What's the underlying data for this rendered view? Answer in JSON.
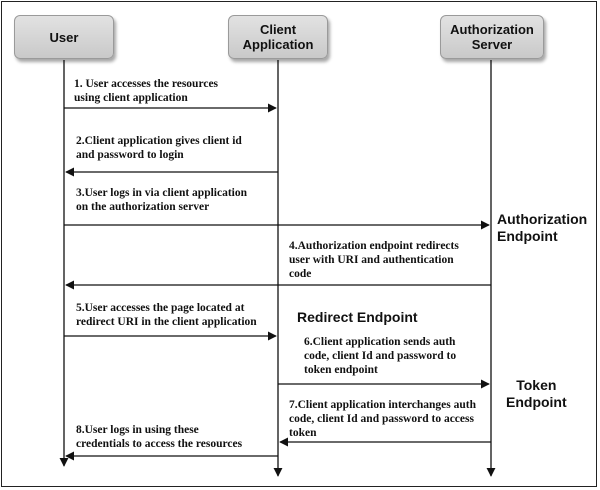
{
  "actors": {
    "user": "User",
    "client": "Client\nApplication",
    "server": "Authorization\nServer"
  },
  "messages": [
    "1. User accesses the resources\nusing client application",
    "2.Client application gives client id\nand password to login",
    "3.User logs in  via client application\non the authorization server",
    "4.Authorization endpoint redirects\nuser with URI and authentication\ncode",
    "5.User accesses the page located at\nredirect URI in the client application",
    "6.Client application sends auth\ncode, client Id and password to\ntoken endpoint",
    "7.Client application interchanges auth\ncode, client Id and password to access\ntoken",
    "8.User logs in using these\ncredentials to access the resources"
  ],
  "endpoints": {
    "authorization": "Authorization\nEndpoint",
    "redirect": "Redirect Endpoint",
    "token": "Token\nEndpoint"
  }
}
